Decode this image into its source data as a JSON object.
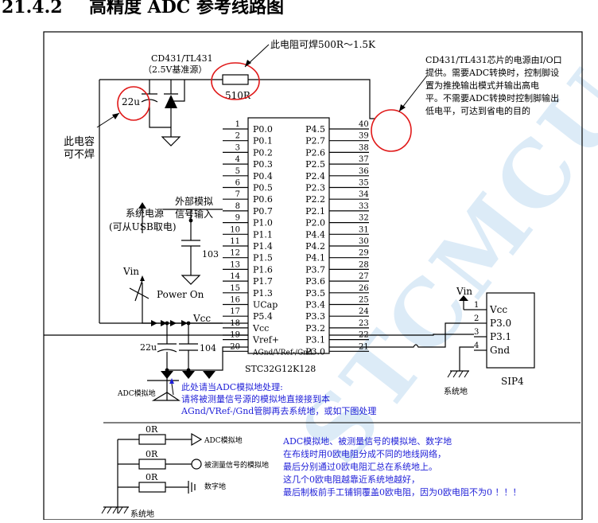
{
  "heading": {
    "number": "21.4.2",
    "title": "高精度 ADC 参考线路图"
  },
  "chip": {
    "name": "STC32G12K128",
    "left_pins": [
      {
        "num": "1",
        "label": "P0.0"
      },
      {
        "num": "2",
        "label": "P0.1"
      },
      {
        "num": "3",
        "label": "P0.2"
      },
      {
        "num": "4",
        "label": "P0.3"
      },
      {
        "num": "5",
        "label": "P0.4"
      },
      {
        "num": "6",
        "label": "P0.5"
      },
      {
        "num": "7",
        "label": "P0.6"
      },
      {
        "num": "8",
        "label": "P0.7"
      },
      {
        "num": "9",
        "label": "P1.0"
      },
      {
        "num": "10",
        "label": "P1.1"
      },
      {
        "num": "11",
        "label": "P1.4"
      },
      {
        "num": "12",
        "label": "P1.5"
      },
      {
        "num": "13",
        "label": "P1.6"
      },
      {
        "num": "14",
        "label": "P1.7"
      },
      {
        "num": "15",
        "label": "P1.3"
      },
      {
        "num": "16",
        "label": "UCap"
      },
      {
        "num": "17",
        "label": "P5.4"
      },
      {
        "num": "18",
        "label": "Vcc"
      },
      {
        "num": "19",
        "label": "Vref+"
      },
      {
        "num": "20",
        "label": "AGnd/VRef-/Gnd"
      }
    ],
    "right_pins": [
      {
        "num": "40",
        "label": "P4.5"
      },
      {
        "num": "39",
        "label": "P2.7"
      },
      {
        "num": "38",
        "label": "P2.6"
      },
      {
        "num": "37",
        "label": "P2.5"
      },
      {
        "num": "36",
        "label": "P2.4"
      },
      {
        "num": "35",
        "label": "P2.3"
      },
      {
        "num": "34",
        "label": "P2.2"
      },
      {
        "num": "33",
        "label": "P2.1"
      },
      {
        "num": "32",
        "label": "P2.0"
      },
      {
        "num": "31",
        "label": "P4.4"
      },
      {
        "num": "30",
        "label": "P4.2"
      },
      {
        "num": "29",
        "label": "P4.1"
      },
      {
        "num": "28",
        "label": "P3.7"
      },
      {
        "num": "27",
        "label": "P3.6"
      },
      {
        "num": "26",
        "label": "P3.5"
      },
      {
        "num": "25",
        "label": "P3.4"
      },
      {
        "num": "24",
        "label": "P3.3"
      },
      {
        "num": "23",
        "label": "P3.2"
      },
      {
        "num": "22",
        "label": "P3.1"
      },
      {
        "num": "21",
        "label": "P3.0"
      }
    ]
  },
  "sip4": {
    "name": "SIP4",
    "pins": [
      {
        "num": "1",
        "label": "Vcc"
      },
      {
        "num": "2",
        "label": "P3.0"
      },
      {
        "num": "3",
        "label": "P3.1"
      },
      {
        "num": "4",
        "label": "Gnd"
      }
    ],
    "vin_label": "Vin",
    "gnd_label": "系统地"
  },
  "labels": {
    "ref_chip": "CD431/TL431",
    "ref_desc": "（2.5V基准源）",
    "cap_22u_top": "22u",
    "resistor_value": "510R",
    "resistor_note": "此电阻可焊500R～1.5K",
    "cap_note_line1": "此电容",
    "cap_note_line2": "可不焊",
    "tl431_note": [
      "CD431/TL431芯片的电源由I/O口",
      "提供。需要ADC转换时，控制脚设",
      "置为推挽输出模式并输出高电",
      "平。不需要ADC转换时控制脚输出",
      "低电平，可达到省电的目的"
    ],
    "ext_analog_line1": "外部模拟",
    "ext_analog_line2": "信号输入",
    "cap_103": "103",
    "sys_power_line1": "系统电源",
    "sys_power_line2": "(可从USB取电)",
    "vin": "Vin",
    "power_on": "Power On",
    "vcc": "Vcc",
    "cap_22u_bottom": "22u",
    "cap_104": "104",
    "adc_gnd": "ADC模拟地"
  },
  "note_blue": [
    "此处请当ADC模拟地处理:",
    "请将被测量信号源的模拟地直接接到本",
    "AGnd/VRef-/Gnd管脚再去系统地，或如下图处理"
  ],
  "ground_network": {
    "branches": [
      {
        "resistor": "0R",
        "label": "ADC模拟地"
      },
      {
        "resistor": "0R",
        "label": "被测量信号的模拟地"
      },
      {
        "resistor": "0R",
        "label": "数字地"
      }
    ],
    "system_ground": "系统地",
    "notes": [
      "ADC模拟地、被测量信号的模拟地、数字地",
      "在布线时用0欧电阻分成不同的地线网络，",
      "最后分别通过0欧电阻汇总在系统地上。",
      "这几个0欧电阻越靠近系统地越好，",
      "最后制板前手工铺铜覆盖0欧电阻，因为0欧电阻不为0 ！！！"
    ]
  },
  "watermark": "STCMCU"
}
